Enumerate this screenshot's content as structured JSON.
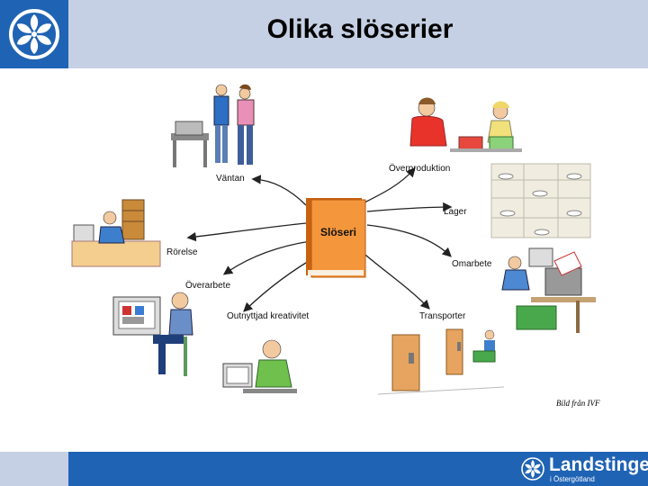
{
  "title": "Olika slöserier",
  "center_book": "Slöseri",
  "labels": {
    "vantan": "Väntan",
    "overproduktion": "Överproduktion",
    "lager": "Lager",
    "rorelse": "Rörelse",
    "omarbete": "Omarbete",
    "overarbete": "Överarbete",
    "kreativitet": "Outnyttjad kreativitet",
    "transporter": "Transporter"
  },
  "credit": "Bild från IVF",
  "brand": {
    "name": "Landstinget",
    "sub": "i Östergötland"
  },
  "colors": {
    "header_bg": "#c6d0e4",
    "brand_blue": "#1f63b4",
    "book_orange": "#f4963c"
  }
}
